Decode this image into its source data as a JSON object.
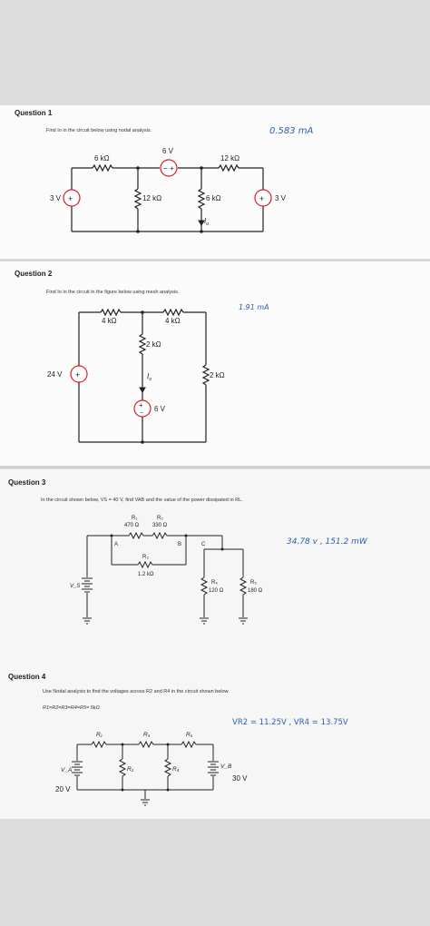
{
  "q1": {
    "title": "Question 1",
    "prompt": "Find Io in the circuit below using nodal analysis.",
    "answer": "0.583 mA",
    "labels": {
      "r1": "6 kΩ",
      "r2": "12 kΩ",
      "src_mid": "6 V",
      "r3": "12 kΩ",
      "r4": "6 kΩ",
      "src_left": "3 V",
      "src_right": "3 V",
      "io": "I",
      "io_sub": "o",
      "plus": "+",
      "minus": "−"
    }
  },
  "q2": {
    "title": "Question 2",
    "prompt": "Find Io in the circuit in the figure below using mesh analysis.",
    "answer": "1.91 mA",
    "labels": {
      "r1": "4 kΩ",
      "r2": "4 kΩ",
      "r3": "2 kΩ",
      "r4": "2 kΩ",
      "src_left": "24 V",
      "src_mid": "6 V",
      "io": "I",
      "io_sub": "o",
      "plus": "+",
      "minus": "−"
    }
  },
  "q3": {
    "title": "Question 3",
    "prompt": "In the circuit shown below, VS = 40 V, find VAB and the value of the power dissipated in RL.",
    "answer": "34.78 v , 151.2 mW",
    "labels": {
      "r1": "R₁",
      "r1v": "470 Ω",
      "r2": "R₂",
      "r2v": "330 Ω",
      "r3": "R₃",
      "r3v": "1.2 kΩ",
      "r4": "R₄",
      "r4v": "120 Ω",
      "r5": "R₅",
      "r5v": "180 Ω",
      "na": "A",
      "nb": "B",
      "nc": "C",
      "vs": "V_S"
    }
  },
  "q4": {
    "title": "Question 4",
    "prompt": "Use Nodal analysis to find the voltages across R2 and R4 in the circuit shown below.",
    "given": "R1=R2=R3=R4=R5= 5kΩ",
    "answer": "VR2 = 11.25V , VR4 = 13.75V",
    "labels": {
      "r1": "R₁",
      "r3": "R₃",
      "r5": "R₅",
      "r2": "R₂",
      "r4": "R₄",
      "va": "V_A",
      "vb": "V_B",
      "va_val": "20 V",
      "vb_val": "30 V"
    }
  },
  "colors": {
    "answer": "#2b5fa8",
    "source": "#d81e2a",
    "wire": "#222222"
  }
}
